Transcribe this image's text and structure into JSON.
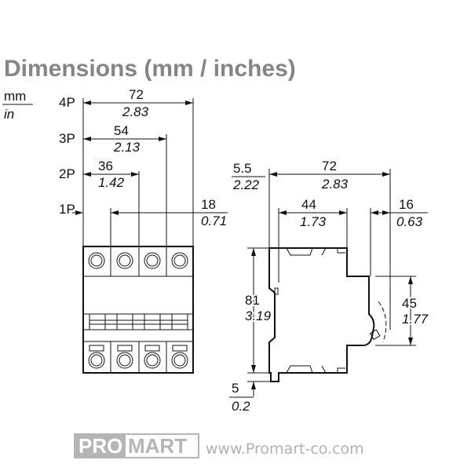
{
  "title": "Dimensions (mm / inches)",
  "units": {
    "top": "mm",
    "bottom": "in"
  },
  "front_view": {
    "poles": [
      "4P",
      "3P",
      "2P",
      "1P"
    ],
    "dims": [
      {
        "pole": "4P",
        "mm": "72",
        "in": "2.83"
      },
      {
        "pole": "3P",
        "mm": "54",
        "in": "2.13"
      },
      {
        "pole": "2P",
        "mm": "36",
        "in": "1.42"
      },
      {
        "pole": "1P",
        "mm": "18",
        "in": "0.71"
      }
    ]
  },
  "side_view": {
    "rail_offset": {
      "mm": "5.5",
      "in": "2.22"
    },
    "depth": {
      "mm": "72",
      "in": "2.83"
    },
    "front_depth": {
      "mm": "44",
      "in": "1.73"
    },
    "toggle_depth": {
      "mm": "16",
      "in": "0.63"
    },
    "height": {
      "mm": "81",
      "in": "3.19"
    },
    "front_height": {
      "mm": "45",
      "in": "1.77"
    },
    "clip": {
      "mm": "5",
      "in": "0.2"
    }
  },
  "footer": {
    "logo_left": "PRO",
    "logo_right": "MART",
    "url": "www.Promart-co.com"
  }
}
